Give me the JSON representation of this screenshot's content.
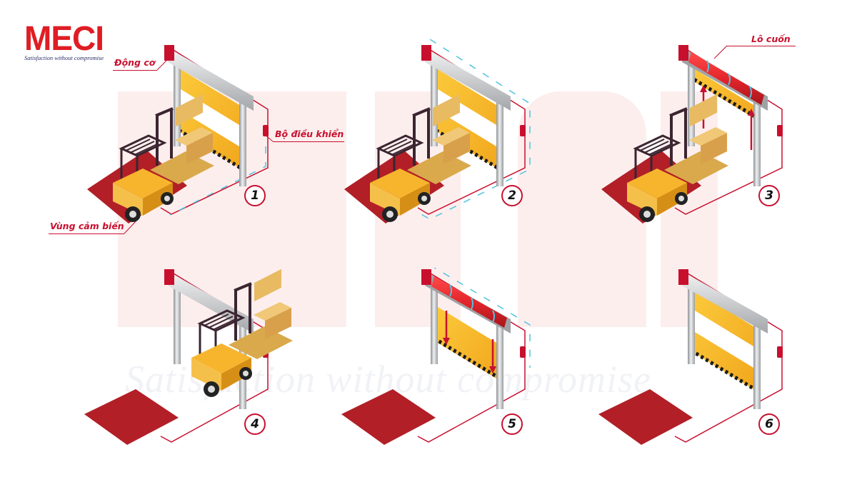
{
  "logo": {
    "brand": "MECI",
    "slogan": "Satisfaction without compromise",
    "color": "#e01d24"
  },
  "watermark": {
    "brand": "MECI",
    "slogan": "Satisfaction without compromise"
  },
  "labels": {
    "motor": "Động cơ",
    "controller": "Bộ điều khiển",
    "sensor_zone": "Vùng cảm biến",
    "roller": "Lô cuốn"
  },
  "steps": [
    {
      "number": "1",
      "door_state": "closed",
      "forklift": "on-sensor",
      "sensor_signal": true
    },
    {
      "number": "2",
      "door_state": "closed",
      "forklift": "on-sensor",
      "sensor_signal": true
    },
    {
      "number": "3",
      "door_state": "opening",
      "forklift": "on-sensor",
      "sensor_signal": false
    },
    {
      "number": "4",
      "door_state": "open",
      "forklift": "passing-through",
      "sensor_signal": false
    },
    {
      "number": "5",
      "door_state": "closing",
      "forklift": "none",
      "sensor_signal": true
    },
    {
      "number": "6",
      "door_state": "closed",
      "forklift": "none",
      "sensor_signal": false
    }
  ],
  "colors": {
    "accent_red": "#c8102e",
    "floor_red": "#b21f27",
    "curtain_yellow": "#f7b92b",
    "frame_steel": "#c9cbcd",
    "signal_cyan": "#4fc3e0",
    "watermark_pink": "#fdeeee"
  }
}
